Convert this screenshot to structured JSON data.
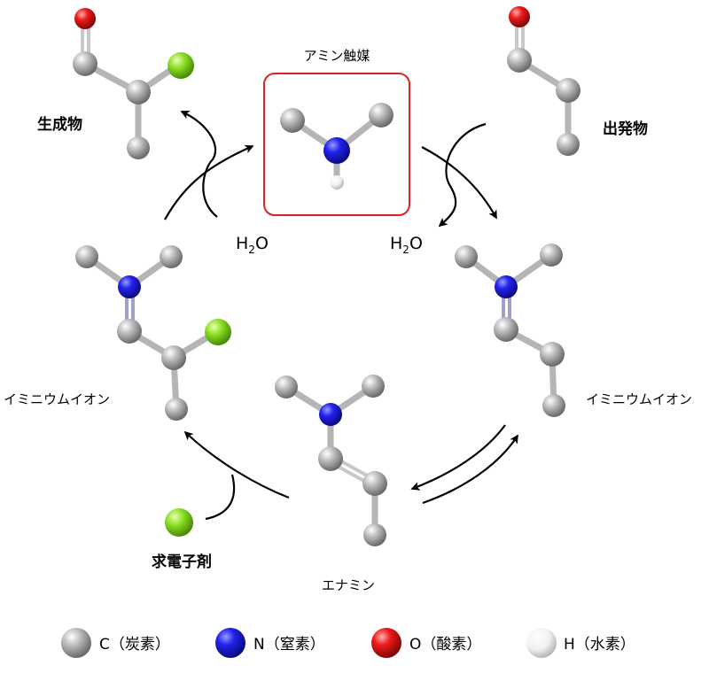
{
  "labels": {
    "catalyst": "アミン触媒",
    "product": "生成物",
    "start": "出発物",
    "iminium_left": "イミニウムイオン",
    "iminium_right": "イミニウムイオン",
    "enamine": "エナミン",
    "electrophile": "求電子剤",
    "water_left_main": "H",
    "water_left_sub": "2",
    "water_left_end": "O",
    "water_right_main": "H",
    "water_right_sub": "2",
    "water_right_end": "O"
  },
  "legend": [
    {
      "element": "C",
      "name": "（炭素）",
      "color": "#9a9a9a"
    },
    {
      "element": "N",
      "name": "（窒素）",
      "color": "#1a1aee"
    },
    {
      "element": "O",
      "name": "（酸素）",
      "color": "#ee1a1a"
    },
    {
      "element": "H",
      "name": "（水素）",
      "color": "#f2f2f2"
    }
  ],
  "colors": {
    "catalyst_box": "#dd2222",
    "carbon": "#9a9a9a",
    "nitrogen": "#1a1aee",
    "oxygen": "#ee1a1a",
    "hydrogen": "#f2f2f2",
    "electrophile": "#88dd22"
  }
}
